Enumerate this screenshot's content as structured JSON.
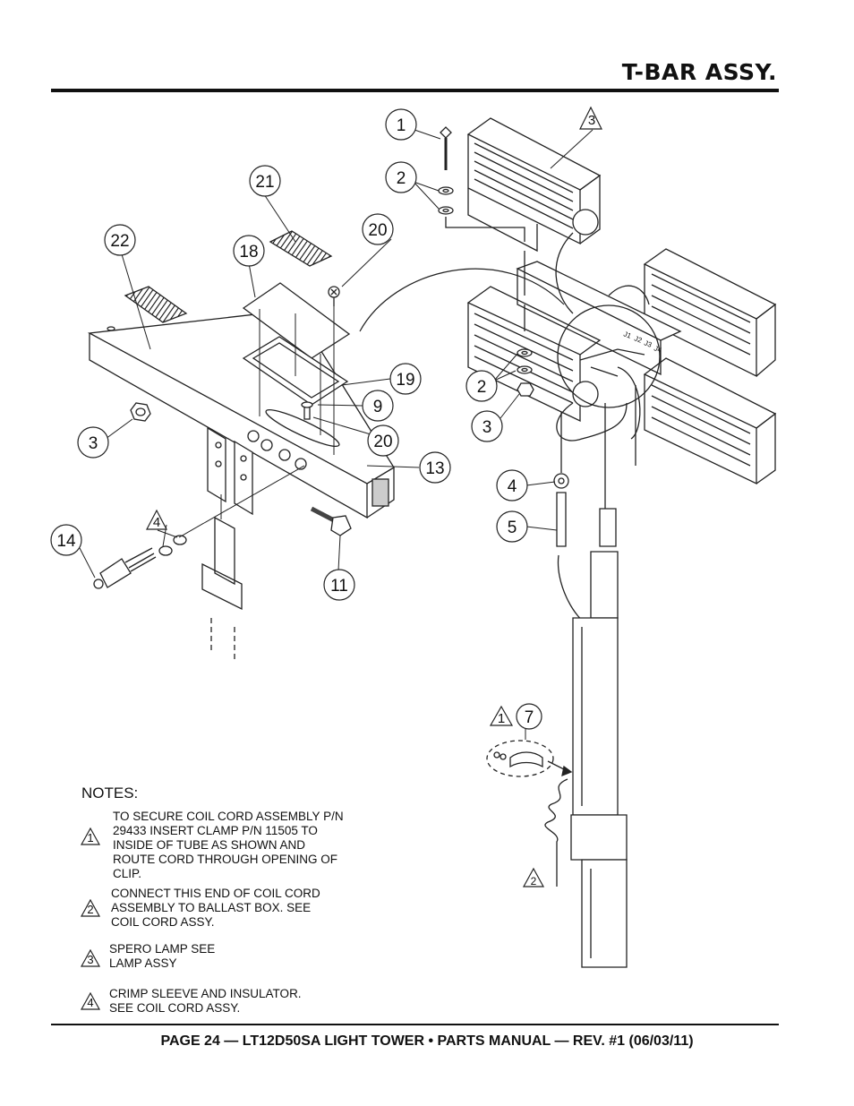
{
  "header": {
    "title": "T-BAR ASSY."
  },
  "footer": {
    "text": "PAGE 24 — LT12D50SA LIGHT TOWER • PARTS MANUAL — REV. #1 (06/03/11)"
  },
  "callouts": {
    "c1": "1",
    "c2a": "2",
    "c2b": "2",
    "c3a": "3",
    "c3b": "3",
    "c4": "4",
    "c5": "5",
    "c7": "7",
    "c9": "9",
    "c11": "11",
    "c13": "13",
    "c14": "14",
    "c18": "18",
    "c19": "19",
    "c20a": "20",
    "c20b": "20",
    "c21": "21",
    "c22": "22"
  },
  "note_flags": {
    "f3_top": "3",
    "f4_diag": "4",
    "f1_diag": "1",
    "f2_diag": "2"
  },
  "connector_labels": [
    "J1",
    "J2",
    "J3",
    "J4"
  ],
  "notes": {
    "heading": "NOTES:",
    "items": [
      {
        "flag": "1",
        "text": "TO SECURE COIL CORD ASSEMBLY P/N 29433 INSERT CLAMP P/N 11505 TO INSIDE OF TUBE AS SHOWN AND ROUTE CORD THROUGH OPENING OF CLIP."
      },
      {
        "flag": "2",
        "text": "CONNECT THIS END OF COIL CORD ASSEMBLY TO BALLAST BOX. SEE COIL CORD ASSY."
      },
      {
        "flag": "3",
        "text": "SPERO LAMP SEE LAMP ASSY"
      },
      {
        "flag": "4",
        "text": "CRIMP SLEEVE AND INSULATOR. SEE COIL CORD ASSY."
      }
    ]
  }
}
